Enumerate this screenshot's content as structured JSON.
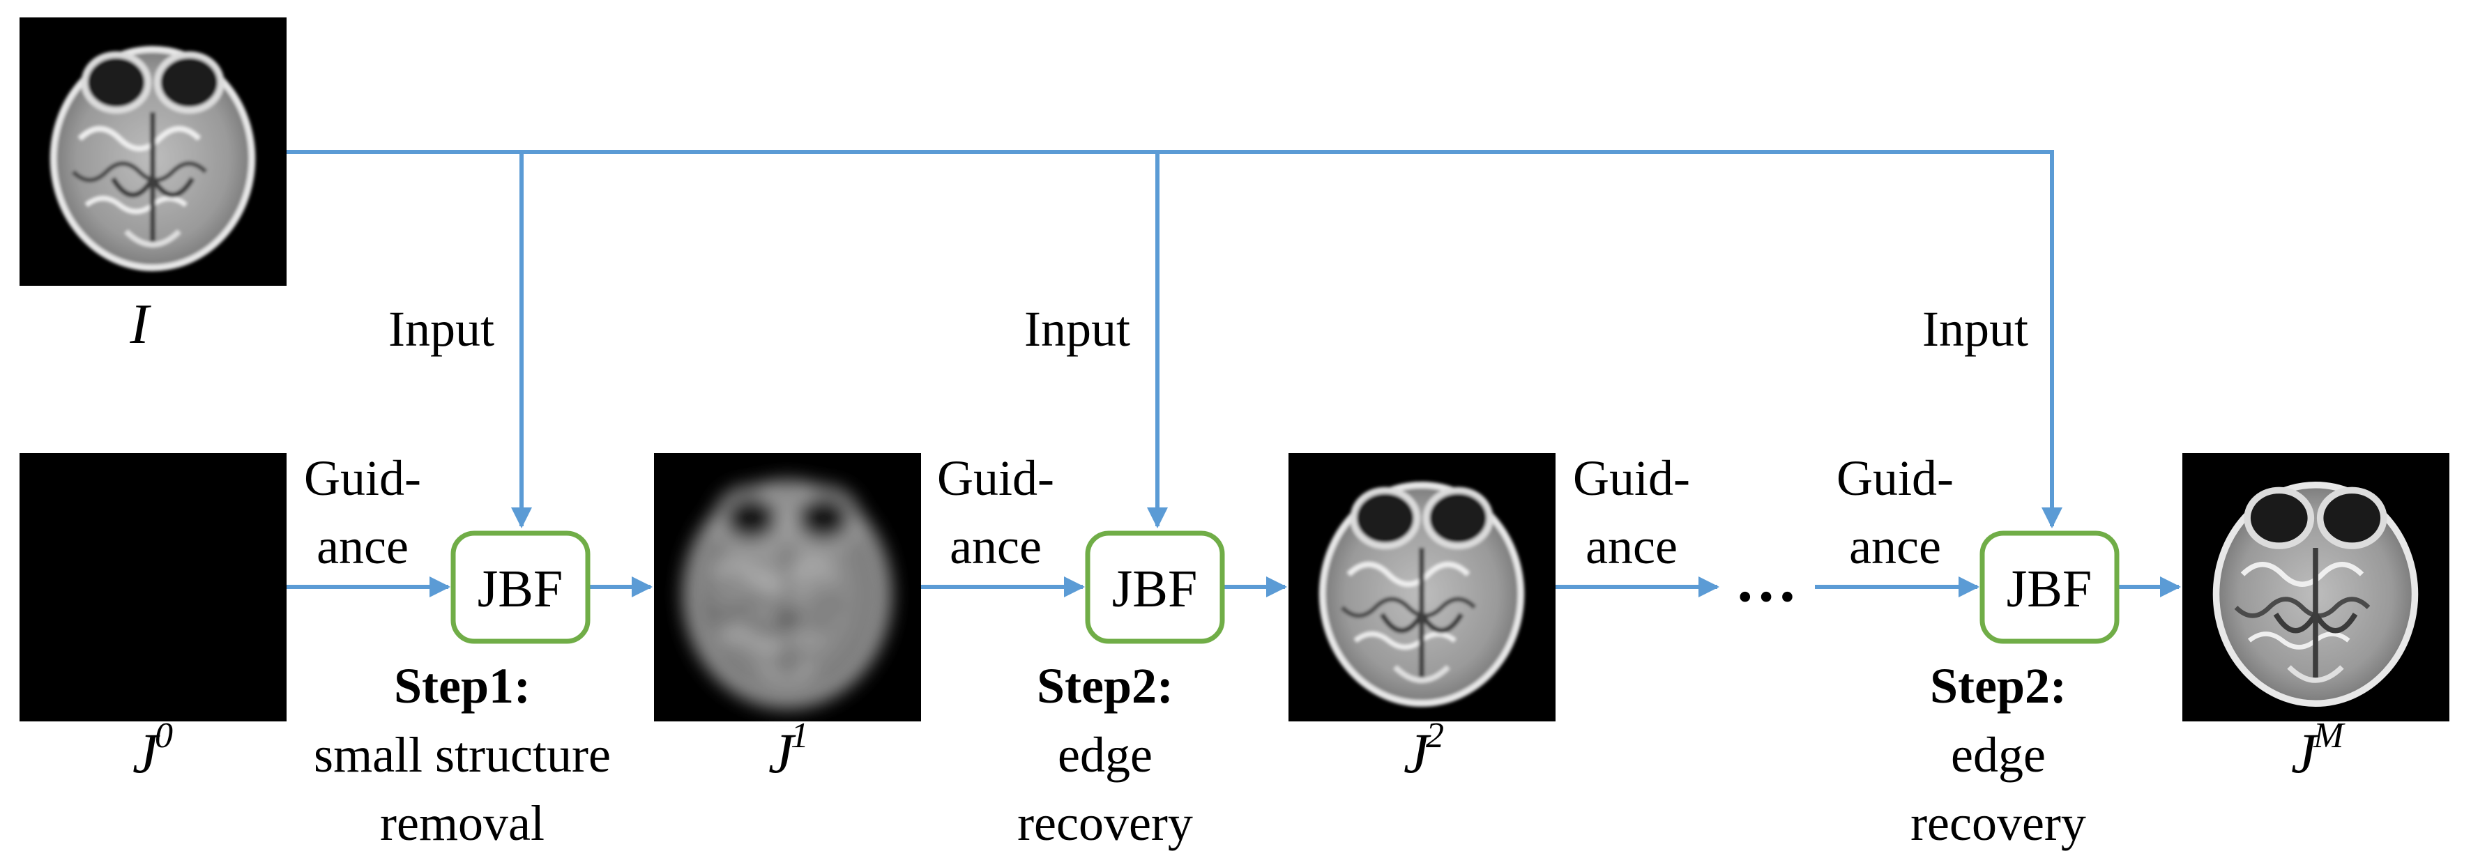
{
  "images": {
    "input": {
      "label": "I",
      "content": "brain MRI axial slice"
    },
    "j0": {
      "label": "J",
      "sup": "0",
      "content": "black image"
    },
    "j1": {
      "label": "J",
      "sup": "1",
      "content": "blurred brain"
    },
    "j2": {
      "label": "J",
      "sup": "2",
      "content": "partially recovered brain"
    },
    "jm": {
      "label": "J",
      "sup": "M",
      "content": "recovered brain"
    }
  },
  "nodes": {
    "jbf1": "JBF",
    "jbf2": "JBF",
    "jbf3": "JBF"
  },
  "labels": {
    "input1": "Input",
    "input2": "Input",
    "input3": "Input",
    "guid1a": "Guid-",
    "guid1b": "ance",
    "guid2a": "Guid-",
    "guid2b": "ance",
    "guid3a": "Guid-",
    "guid3b": "ance",
    "guid4a": "Guid-",
    "guid4b": "ance",
    "ellipsis": "…"
  },
  "steps": {
    "s1_title": "Step1:",
    "s1_l1": "small structure",
    "s1_l2": "removal",
    "s2_title": "Step2:",
    "s2_l1": "edge",
    "s2_l2": "recovery",
    "s3_title": "Step2:",
    "s3_l1": "edge",
    "s3_l2": "recovery"
  },
  "colors": {
    "arrow": "#5b9bd5",
    "box": "#70ad47",
    "image_bg": "#000000"
  }
}
